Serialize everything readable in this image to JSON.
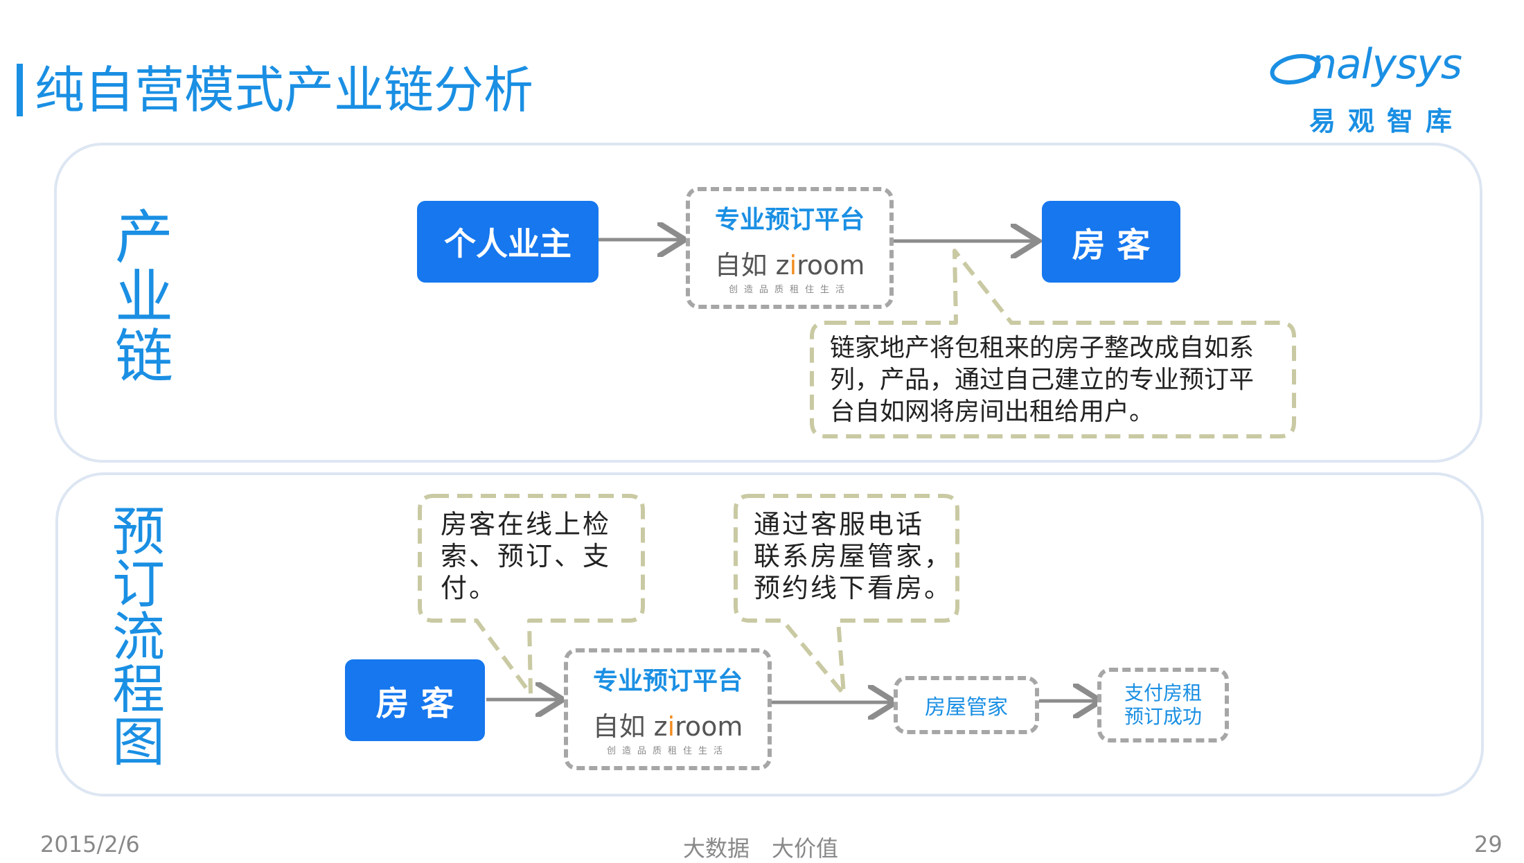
{
  "header": {
    "title": "纯自营模式产业链分析",
    "logo_text": "nalysys",
    "logo_cn": "易观智库"
  },
  "industry_chain": {
    "vertical_title": "产业链",
    "owner_label": "个人业主",
    "platform_label": "专业预订平台",
    "platform_logo_main_a": "自如 z",
    "platform_logo_main_i": "i",
    "platform_logo_main_b": "room",
    "platform_logo_sub": "创造品质租住生活",
    "tenant_label": "房 客",
    "callout_text": "链家地产将包租来的房子整改成自如系\n列，产品，通过自己建立的专业预订平\n台自如网将房间出租给用户。"
  },
  "booking_flow": {
    "vertical_title": "预订流程图",
    "tenant_label": "房 客",
    "platform_label": "专业预订平台",
    "platform_logo_main_a": "自如 z",
    "platform_logo_main_i": "i",
    "platform_logo_main_b": "room",
    "platform_logo_sub": "创造品质租住生活",
    "housekeeper_label": "房屋管家",
    "pay_label": "支付房租\n预订成功",
    "callout_search": "房客在线上检\n索、预订、支\n付。",
    "callout_service": "通过客服电话\n联系房屋管家，\n预约线下看房。"
  },
  "footer": {
    "date": "2015/2/6",
    "center": "大数据　大价值",
    "page": "29"
  },
  "colors": {
    "accent_blue": "#1a8fe3",
    "box_blue": "#1677ee",
    "dash_gray": "#a6a6a6",
    "callout_olive": "#c9c9a3",
    "arrow_gray": "#8c8c8c"
  }
}
